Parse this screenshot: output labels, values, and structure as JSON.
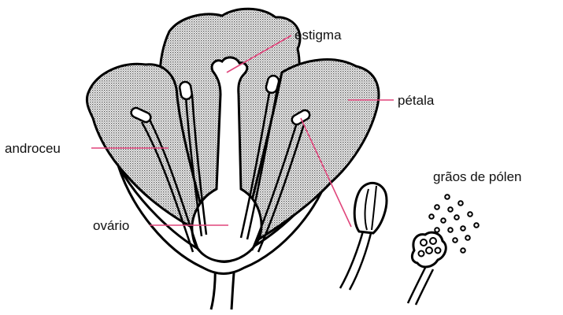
{
  "labels": {
    "estigma": "estigma",
    "petala": "pétala",
    "androceu": "androceu",
    "ovario": "ovário",
    "graos_de_polen": "grãos de pólen"
  },
  "colors": {
    "leader_line": "#e0457b",
    "outline": "#000000",
    "petal_fill": "#d4d4d4",
    "background": "#ffffff"
  }
}
